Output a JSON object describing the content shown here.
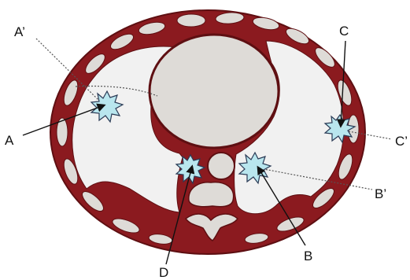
{
  "labels": {
    "a": "A",
    "a_prime": "A’",
    "b": "B",
    "b_prime": "B’",
    "c": "C",
    "c_prime": "C’",
    "d": "D"
  },
  "colors": {
    "wall": "#8b1a1f",
    "cavity": "#f1f1f1",
    "bone": "#dedbd7",
    "wound": "#b9e6ee",
    "line": "#222222"
  }
}
